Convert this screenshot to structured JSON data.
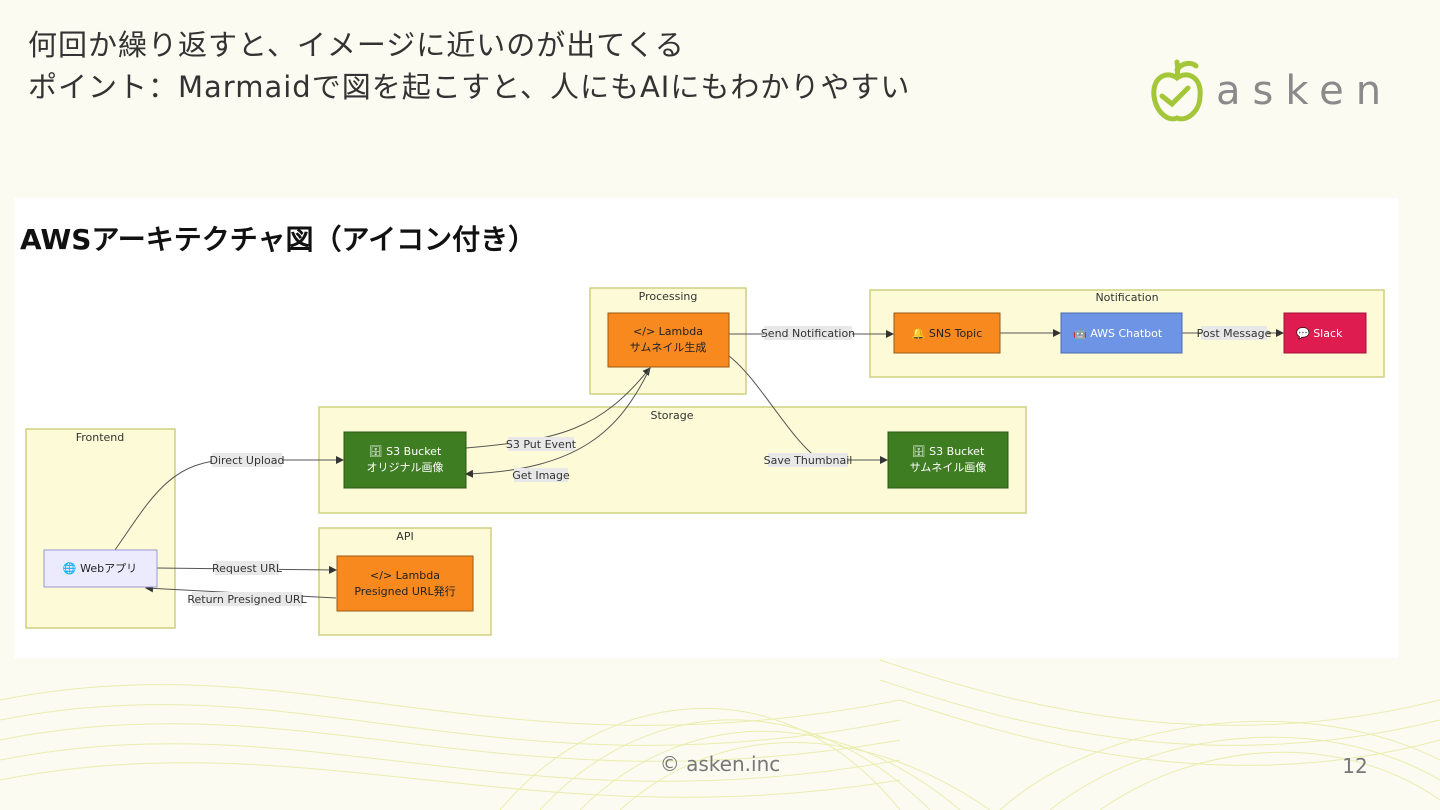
{
  "slide": {
    "title_line1": "何回か繰り返すと、イメージに近いのが出てくる",
    "title_line2": "ポイント：Marmaidで図を起こすと、人にもAIにもわかりやすい",
    "logo_text": "asken",
    "footer": "© asken.inc",
    "page_number": "12"
  },
  "diagram": {
    "title": "AWSアーキテクチャ図（アイコン付き）",
    "groups": {
      "processing": "Processing",
      "notification": "Notification",
      "storage": "Storage",
      "frontend": "Frontend",
      "api": "API"
    },
    "nodes": {
      "lambda_thumb_1": "</> Lambda",
      "lambda_thumb_2": "サムネイル生成",
      "sns": "🔔 SNS Topic",
      "chatbot": "🤖 AWS Chatbot",
      "slack": "💬 Slack",
      "s3_orig_1": "🗄 S3 Bucket",
      "s3_orig_2": "オリジナル画像",
      "s3_thumb_1": "🗄 S3 Bucket",
      "s3_thumb_2": "サムネイル画像",
      "webapp": "🌐 Webアプリ",
      "lambda_url_1": "</> Lambda",
      "lambda_url_2": "Presigned URL発行"
    },
    "edges": {
      "send_notification": "Send Notification",
      "post_message": "Post Message",
      "s3_put_event": "S3 Put Event",
      "get_image": "Get Image",
      "save_thumbnail": "Save Thumbnail",
      "direct_upload": "Direct Upload",
      "request_url": "Request URL",
      "return_presigned_url": "Return Presigned URL"
    },
    "colors": {
      "group_fill": "#fdfbd7",
      "group_stroke": "#cfcf80",
      "lambda": "#f7891f",
      "s3": "#3f7d23",
      "chatbot": "#6e94e6",
      "slack": "#df1c50",
      "webapp": "#ecebfd"
    }
  }
}
